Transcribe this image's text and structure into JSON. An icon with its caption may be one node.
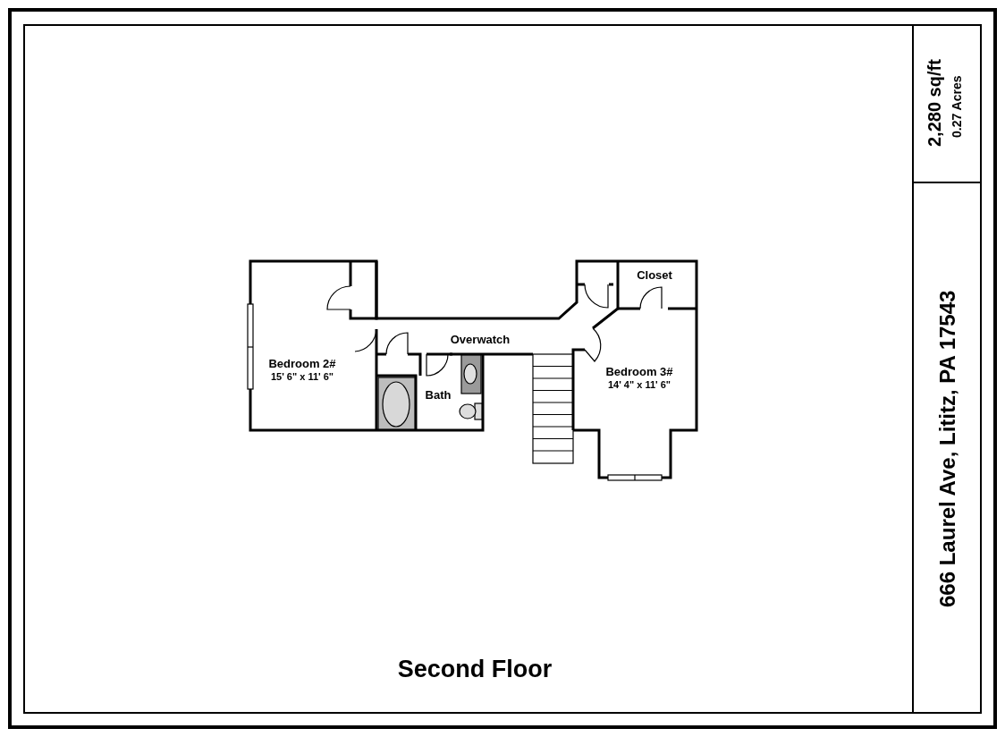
{
  "diagram": {
    "title": "Second Floor",
    "nodes": [
      {
        "text": [
          "Bedroom 2#",
          "15' 6\" x 11' 6\""
        ]
      },
      {
        "text": [
          "Overwatch"
        ]
      },
      {
        "text": [
          "Bath"
        ]
      },
      {
        "text": [
          "Closet"
        ]
      },
      {
        "text": [
          "Bedroom 3#",
          "14' 4\" x 11' 6\""
        ]
      }
    ],
    "edges": [],
    "labels": [
      "2,280 sq/ft",
      "0.27 Acres",
      "666 Laurel Ave, Lititz, PA 17543"
    ]
  }
}
